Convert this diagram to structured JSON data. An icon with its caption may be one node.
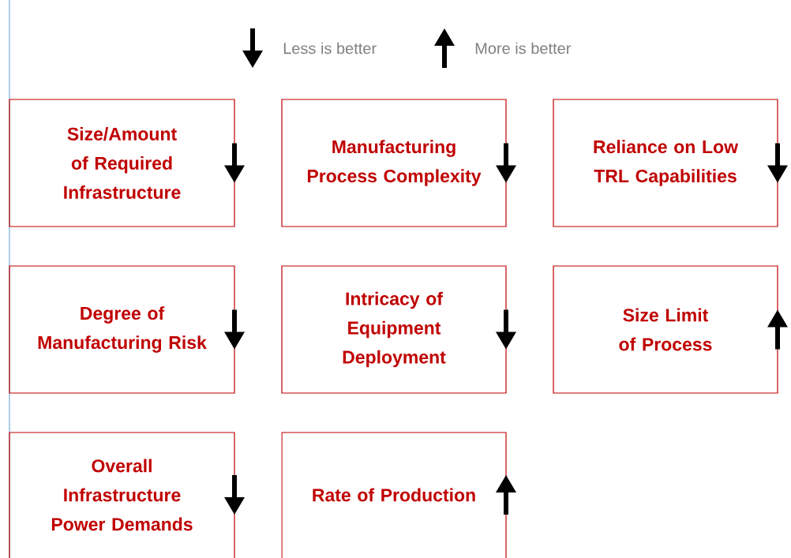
{
  "diagram": {
    "nodes": [
      {
        "text": [
          "Size/Amount of Required Infrastructure"
        ]
      },
      {
        "text": [
          "Manufacturing Process Complexity"
        ]
      },
      {
        "text": [
          "Reliance on Low TRL Capabilities"
        ]
      },
      {
        "text": [
          "Degree of Manufacturing Risk"
        ]
      },
      {
        "text": [
          "Intricacy of Equipment Deployment"
        ]
      },
      {
        "text": [
          "Size Limit of Process"
        ]
      },
      {
        "text": [
          "Overall Infrastructure Power Demands"
        ]
      },
      {
        "text": [
          "Rate of Production"
        ]
      }
    ],
    "legend": [
      {
        "text": "Less is better"
      },
      {
        "text": "More is better"
      }
    ]
  }
}
